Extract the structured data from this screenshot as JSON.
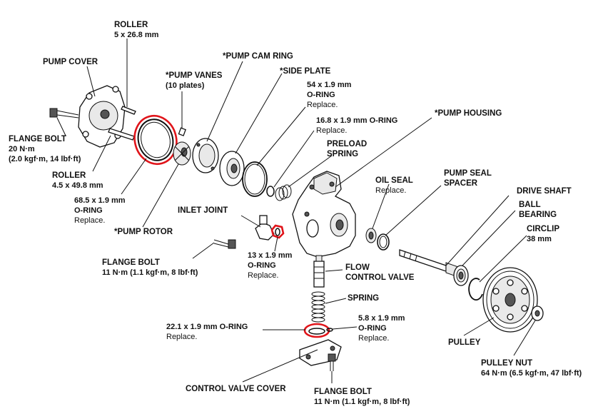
{
  "labels": {
    "roller_top": {
      "title": "ROLLER",
      "spec": "5 x 26.8 mm"
    },
    "pump_cover": {
      "title": "PUMP COVER"
    },
    "pump_vanes": {
      "title": "*PUMP VANES",
      "spec": "(10 plates)"
    },
    "pump_cam_ring": {
      "title": "*PUMP CAM RING"
    },
    "side_plate": {
      "title": "*SIDE PLATE"
    },
    "oring_54": {
      "title": "54 x 1.9 mm",
      "sub": "O-RING",
      "note": "Replace."
    },
    "oring_168": {
      "title": "16.8 x 1.9 mm O-RING",
      "note": "Replace."
    },
    "pump_housing": {
      "title": "*PUMP HOUSING"
    },
    "preload_spring": {
      "line1": "PRELOAD",
      "line2": "SPRING"
    },
    "flange_bolt_1": {
      "title": "FLANGE BOLT",
      "torque1": "20 N·m",
      "torque2": "(2.0 kgf·m, 14 lbf·ft)"
    },
    "roller_bottom": {
      "title": "ROLLER",
      "spec": "4.5 x 49.8 mm"
    },
    "oring_685": {
      "title": "68.5 x 1.9 mm",
      "sub": "O-RING",
      "note": "Replace."
    },
    "pump_rotor": {
      "title": "*PUMP ROTOR"
    },
    "inlet_joint": {
      "title": "INLET JOINT"
    },
    "oil_seal": {
      "title": "OIL SEAL",
      "note": "Replace."
    },
    "pump_seal_spacer": {
      "line1": "PUMP SEAL",
      "line2": "SPACER"
    },
    "drive_shaft": {
      "title": "DRIVE SHAFT"
    },
    "ball_bearing": {
      "line1": "BALL",
      "line2": "BEARING"
    },
    "circlip": {
      "title": "CIRCLIP",
      "spec": "38 mm"
    },
    "flange_bolt_2": {
      "title": "FLANGE BOLT",
      "torque": "11 N·m (1.1 kgf·m, 8 lbf·ft)"
    },
    "oring_13": {
      "title": "13 x 1.9 mm",
      "sub": "O-RING",
      "note": "Replace."
    },
    "flow_control_valve": {
      "line1": "FLOW",
      "line2": "CONTROL VALVE"
    },
    "spring": {
      "title": "SPRING"
    },
    "oring_221": {
      "title": "22.1 x 1.9 mm O-RING",
      "note": "Replace."
    },
    "oring_58": {
      "title": "5.8 x 1.9 mm",
      "sub": "O-RING",
      "note": "Replace."
    },
    "pulley": {
      "title": "PULLEY"
    },
    "pulley_nut": {
      "title": "PULLEY NUT",
      "torque": "64 N·m (6.5 kgf·m, 47 lbf·ft)"
    },
    "control_valve_cover": {
      "title": "CONTROL VALVE COVER"
    },
    "flange_bolt_3": {
      "title": "FLANGE BOLT",
      "torque": "11 N·m (1.1 kgf·m, 8 lbf·ft)"
    }
  },
  "colors": {
    "ink": "#111111",
    "highlight": "#e0141a",
    "background": "#ffffff"
  }
}
